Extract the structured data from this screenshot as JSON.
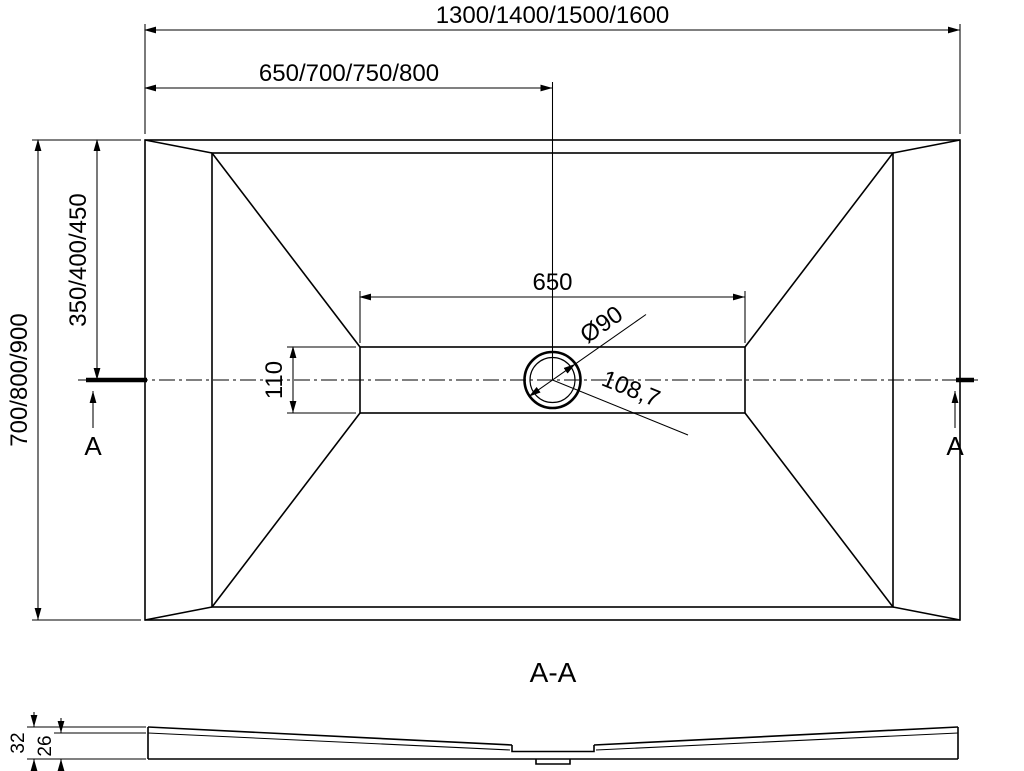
{
  "drawing": {
    "background": "#ffffff",
    "line_color": "#000000"
  },
  "top_view": {
    "dim_total_width": "1300/1400/1500/1600",
    "dim_center_width": "650/700/750/800",
    "dim_total_depth": "700/800/900",
    "dim_center_depth": "350/400/450",
    "dim_flat_width": "650",
    "dim_flat_depth": "110",
    "dim_drain_diameter": "Ø90",
    "dim_drain_offset": "108,7",
    "section_label_left": "A",
    "section_label_right": "A"
  },
  "section_view": {
    "title": "A-A",
    "dim_total_height": "32",
    "dim_inner_height": "26"
  }
}
